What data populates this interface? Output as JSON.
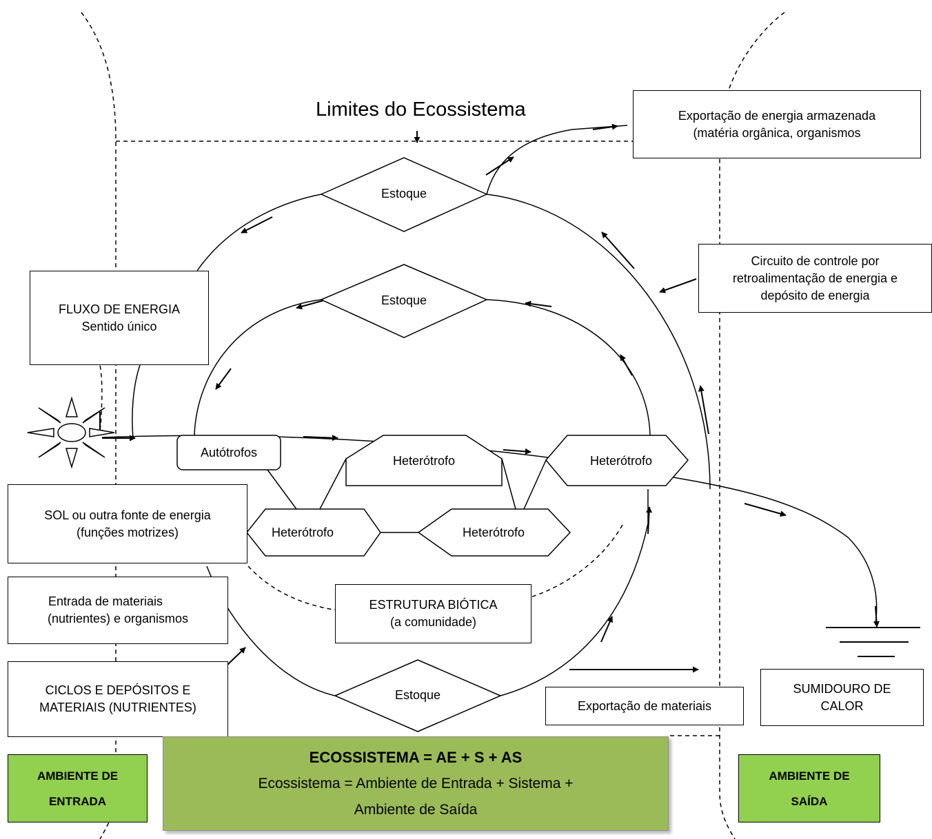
{
  "title": "Limites do Ecossistema",
  "boxes": {
    "export_energy": [
      "Exportação de energia armazenada",
      "(matéria orgânica, organismos"
    ],
    "feedback_circuit": [
      "Circuito de controle por",
      "retroalimentação de energia e",
      "depósito de energia"
    ],
    "energy_flow": [
      "FLUXO DE ENERGIA",
      "Sentido único"
    ],
    "sun_source": [
      "SOL ou outra fonte de energia",
      "(funções motrizes)"
    ],
    "materials_input": [
      "Entrada de materiais",
      "(nutrientes) e organismos"
    ],
    "cycles": [
      "CICLOS E DEPÓSITOS E",
      "MATERIAIS (NUTRIENTES)"
    ],
    "biotic": [
      "ESTRUTURA BIÓTICA",
      "(a comunidade)"
    ],
    "export_materials": [
      "Exportação de materiais"
    ],
    "heat_sink": [
      "SUMIDOURO DE",
      "CALOR"
    ]
  },
  "shapes": {
    "stock_top": "Estoque",
    "stock_mid": "Estoque",
    "stock_bottom": "Estoque",
    "autotrophs": "Autótrofos",
    "hetero_center": "Heterótrofo",
    "hetero_right": "Heterótrofo",
    "hetero_left_low": "Heterótrofo",
    "hetero_mid_low": "Heterótrofo"
  },
  "environments": {
    "input": [
      "AMBIENTE DE",
      "ENTRADA"
    ],
    "output": [
      "AMBIENTE DE",
      "SAÍDA"
    ]
  },
  "formula": {
    "title": "ECOSSISTEMA = AE + S + AS",
    "line1": "Ecossistema = Ambiente de Entrada + Sistema +",
    "line2": "Ambiente de Saída"
  },
  "icons": [
    "sun-icon",
    "ground-icon",
    "arrow-icon"
  ]
}
